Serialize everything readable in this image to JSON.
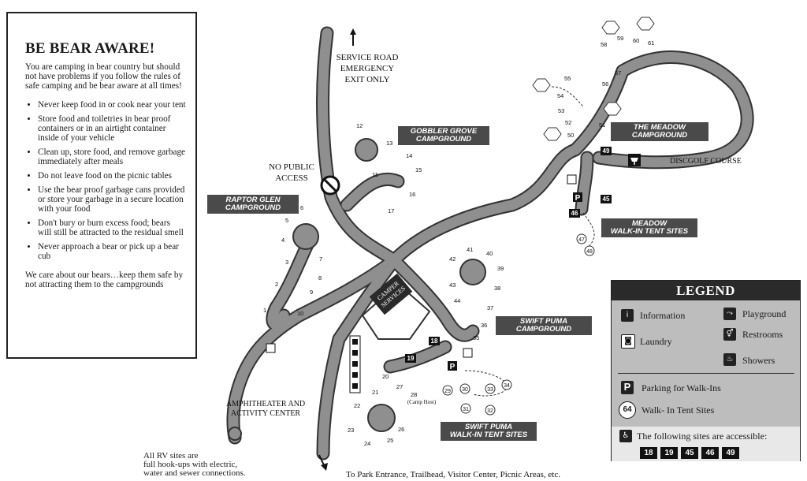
{
  "bear_panel": {
    "title": "BE BEAR AWARE!",
    "intro": "You are camping in bear country but should not have problems if you follow the rules of safe camping and be bear aware at all times!",
    "rules": [
      "Never keep food in or cook near your tent",
      "Store food and toiletries in bear proof containers or in an airtight container inside of your vehicle",
      "Clean up, store food, and remove garbage immediately after meals",
      "Do not leave food on the picnic tables",
      "Use the bear proof garbage cans provided or store your garbage in a secure location with your food",
      "Don't bury or burn excess food; bears will still be attracted to the residual smell",
      "Never approach a bear or pick up a bear cub"
    ],
    "closing": "We care about our bears…keep them safe by not attracting them to the campgrounds"
  },
  "map": {
    "service_road": [
      "SERVICE ROAD",
      "EMERGENCY",
      "EXIT ONLY"
    ],
    "no_public_access": [
      "NO PUBLIC",
      "ACCESS"
    ],
    "campgrounds": {
      "gobbler_grove": [
        "GOBBLER GROVE",
        "CAMPGROUND"
      ],
      "raptor_glen": [
        "RAPTOR GLEN",
        "CAMPGROUND"
      ],
      "the_meadow": [
        "THE MEADOW",
        "CAMPGROUND"
      ],
      "swift_puma": [
        "SWIFT PUMA",
        "CAMPGROUND"
      ],
      "meadow_walkin": [
        "MEADOW",
        "WALK-IN TENT SITES"
      ],
      "swift_puma_walkin": [
        "SWIFT PUMA",
        "WALK-IN TENT SITES"
      ]
    },
    "camper_services": [
      "CAMPER",
      "SERVICES"
    ],
    "discgolf": "DISCGOLF COURSE",
    "amphitheater": [
      "AMPHITHEATER AND",
      "ACTIVITY CENTER"
    ],
    "camp_host": "(Camp Host)",
    "park_entrance": "To Park Entrance, Trailhead, Visitor Center, Picnic Areas, etc.",
    "rv_note": [
      "All RV sites are",
      "full hook-ups with electric,",
      "water and sewer connections."
    ],
    "parking_marker": "P",
    "site_numbers": {
      "raptor": [
        "1",
        "2",
        "3",
        "4",
        "5",
        "6",
        "7",
        "8",
        "9",
        "10"
      ],
      "gobbler": [
        "11",
        "12",
        "13",
        "14",
        "15",
        "16",
        "17"
      ],
      "swift": [
        "20",
        "21",
        "22",
        "23",
        "24",
        "25",
        "26",
        "27",
        "28",
        "35",
        "36",
        "37",
        "38",
        "39",
        "40",
        "41",
        "42",
        "43",
        "44"
      ],
      "meadow": [
        "50",
        "51",
        "52",
        "53",
        "54",
        "55",
        "56",
        "57",
        "58",
        "59",
        "60",
        "61"
      ],
      "accessible_boxes": [
        "18",
        "19",
        "45",
        "46",
        "49"
      ],
      "walkin_swift": [
        "29",
        "30",
        "31",
        "32",
        "33",
        "34"
      ],
      "walkin_meadow": [
        "47",
        "48"
      ]
    }
  },
  "legend": {
    "title": "LEGEND",
    "items": {
      "information": "Information",
      "playground": "Playground",
      "laundry": "Laundry",
      "restrooms": "Restrooms",
      "showers": "Showers",
      "parking": "Parking for Walk-Ins",
      "walkin": "Walk- In Tent Sites",
      "walkin_example": "64",
      "parking_symbol": "P"
    },
    "accessible_text": "The following sites are accessible:",
    "accessible_sites": [
      "18",
      "19",
      "45",
      "46",
      "49"
    ]
  },
  "colors": {
    "road": "#8f8f8f",
    "road_edge": "#333333",
    "label_bg": "#4a4a4a",
    "legend_bg": "#bdbdbd"
  }
}
